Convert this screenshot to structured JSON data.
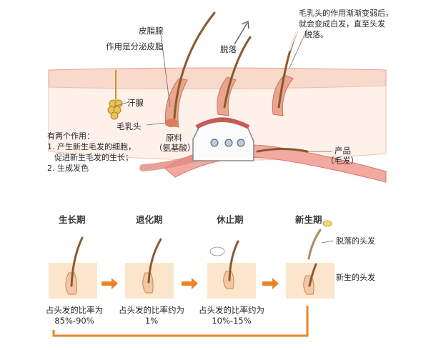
{
  "top": {
    "sebaceous_gland": "皮脂腺",
    "sebaceous_function": "作用是分泌皮脂",
    "shedding": "脱落",
    "papilla_note_lines": [
      "毛乳头的作用渐渐变弱后，",
      "就会变成白发，直至头发",
      "脱落。"
    ],
    "sweat_gland": "汗腺",
    "hair_papilla": "毛乳头",
    "functions_title": "有两个作用：",
    "functions": [
      "1. 产生新生毛发的细胞，",
      "   促进新生毛发的生长；",
      "2. 生成发色"
    ],
    "raw_material": "原料",
    "raw_material_sub": "（氨基酸）",
    "product": "产品",
    "product_sub": "（毛发）"
  },
  "stages": [
    {
      "title": "生长期",
      "caption_l1": "占头发的比率为",
      "caption_l2": "85%-90%"
    },
    {
      "title": "退化期",
      "caption_l1": "占头发的比率约为",
      "caption_l2": "1%"
    },
    {
      "title": "休止期",
      "caption_l1": "占头发的比率约为",
      "caption_l2": "10%-15%"
    },
    {
      "title": "新生期",
      "caption_l1": "",
      "caption_l2": ""
    }
  ],
  "new_stage_labels": {
    "shed_hair": "脱落的头发",
    "new_hair": "新生的头发"
  },
  "colors": {
    "skin": "#f6cfc2",
    "skin_dark": "#e89c8a",
    "hair": "#8a5a2e",
    "arrow": "#e8852a",
    "panel": "#fbe6cc",
    "gland": "#e8b84a"
  }
}
